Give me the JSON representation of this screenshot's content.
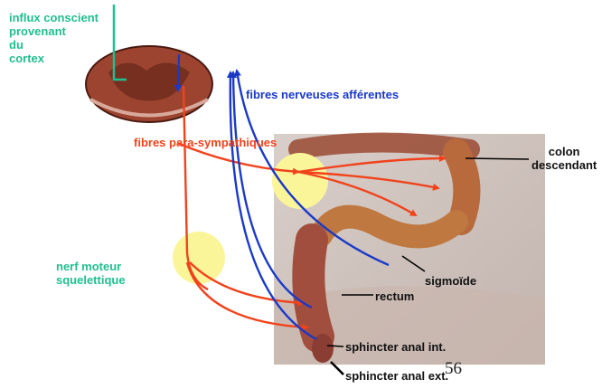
{
  "labels": {
    "influx_cortex": "influx conscient\nprovenant\ndu\ncortex",
    "fibres_afferentes": "fibres nerveuses afférentes",
    "fibres_parasympathiques": "fibres para-sympathiques",
    "nerf_moteur": "nerf moteur\nsquelettique",
    "colon_descendant": "colon\ndescendant",
    "sigmoide": "sigmoïde",
    "rectum": "rectum",
    "sphincter_int": "sphincter anal int.",
    "sphincter_ext": "sphincter anal ext."
  },
  "page_number": "56",
  "colors": {
    "afferent": "#1a39c8",
    "parasympathetic": "#f0431c",
    "motor_label": "#1fbf8f",
    "ganglion": "#fbf59a",
    "spinal_cord": "#8e3a26",
    "colon": "#b85f3e",
    "background_photo": "#cfc3bd"
  }
}
